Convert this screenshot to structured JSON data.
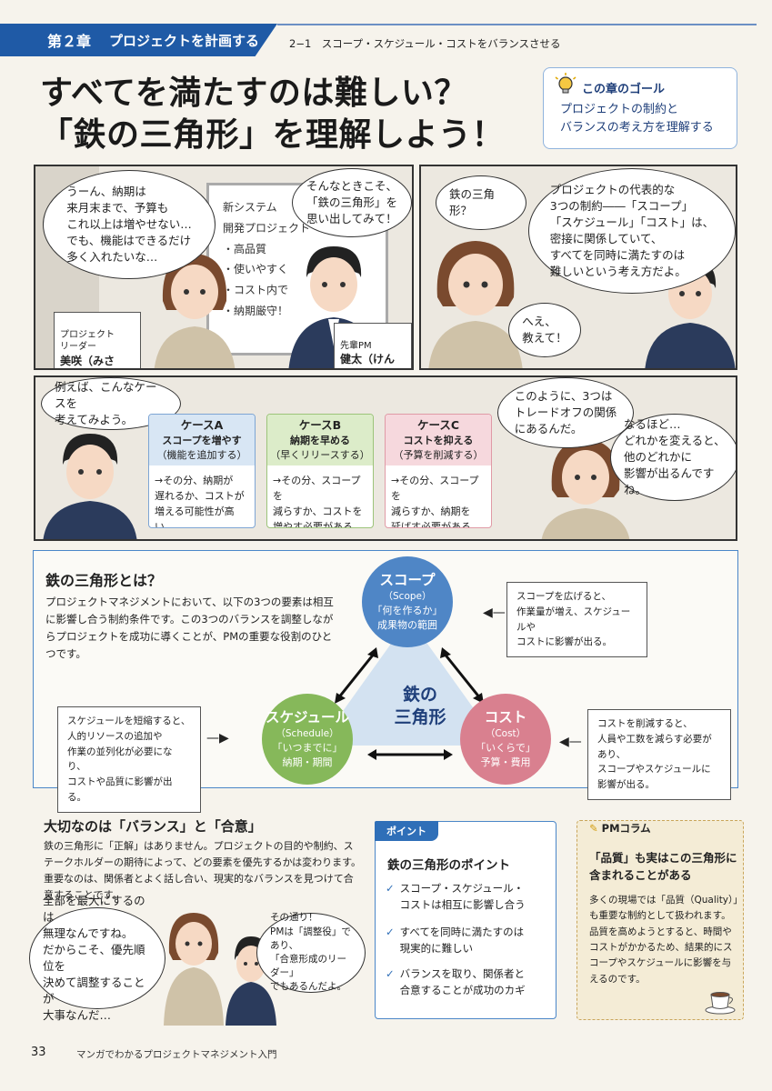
{
  "header": {
    "chapter": "第２章",
    "chapter_title": "プロジェクトを計画する",
    "section": "2−1　スコープ・スケジュール・コストをバランスさせる"
  },
  "title": {
    "line1": "すべてを満たすのは難しい？",
    "line2": "「鉄の三角形」を理解しよう！"
  },
  "goal": {
    "label": "この章のゴール",
    "text": "プロジェクトの制約と\nバランスの考え方を理解する"
  },
  "panel1": {
    "bubble_misaki": "うーん、納期は\n来月末まで、予算も\nこれ以上は増やせない…\nでも、機能はできるだけ\n多く入れたいな…",
    "bubble_kenta": "そんなときこそ、\n「鉄の三角形」を\n思い出してみて！",
    "whiteboard": "新システム\n開発プロジェクト\n・高品質\n・使いやすく\n・コスト内で\n・納期厳守！",
    "name_misaki_role": "プロジェクト\nリーダー",
    "name_misaki": "美咲（みさき）",
    "name_kenta_role": "先輩PM",
    "name_kenta": "健太（けんた）"
  },
  "panel2": {
    "bubble_q": "鉄の三角形？",
    "bubble_explain": "プロジェクトの代表的な\n3つの制約――「スコープ」\n「スケジュール」「コスト」は、\n密接に関係していて、\nすべてを同時に満たすのは\n難しいという考え方だよ。",
    "bubble_hee": "へえ、\n教えて！"
  },
  "panel3": {
    "bubble_case": "例えば、こんなケースを\n考えてみよう。",
    "bubble_tradeoff": "このように、3つは\nトレードオフの関係\nにあるんだ。",
    "bubble_naruhodo": "なるほど…\nどれかを変えると、\n他のどれかに\n影響が出るんですね。",
    "cases": [
      {
        "name": "ケースA",
        "action": "スコープを増やす",
        "detail": "（機能を追加する）",
        "result": "→その分、納期が\n遅れるか、コストが\n増える可能性が高い。"
      },
      {
        "name": "ケースB",
        "action": "納期を早める",
        "detail": "（早くリリースする）",
        "result": "→その分、スコープを\n減らすか、コストを\n増やす必要がある。"
      },
      {
        "name": "ケースC",
        "action": "コストを抑える",
        "detail": "（予算を削減する）",
        "result": "→その分、スコープを\n減らすか、納期を\n延ばす必要がある。"
      }
    ]
  },
  "triangle": {
    "heading": "鉄の三角形とは？",
    "description": "プロジェクトマネジメントにおいて、以下の3つの要素は相互に影響し合う制約条件です。この3つのバランスを調整しながらプロジェクトを成功に導くことが、PMの重要な役割のひとつです。",
    "center": "鉄の\n三角形",
    "scope": {
      "title": "スコープ",
      "en": "（Scope）",
      "q": "「何を作るか」",
      "desc": "成果物の範囲"
    },
    "schedule": {
      "title": "スケジュール",
      "en": "（Schedule）",
      "q": "「いつまでに」",
      "desc": "納期・期間"
    },
    "cost": {
      "title": "コスト",
      "en": "（Cost）",
      "q": "「いくらで」",
      "desc": "予算・費用"
    },
    "note_scope": "スコープを広げると、\n作業量が増え、スケジュールや\nコストに影響が出る。",
    "note_schedule": "スケジュールを短縮すると、\n人的リソースの追加や\n作業の並列化が必要になり、\nコストや品質に影響が出る。",
    "note_cost": "コストを削減すると、\n人員や工数を減らす必要があり、\nスコープやスケジュールに\n影響が出る。"
  },
  "balance": {
    "heading": "大切なのは「バランス」と「合意」",
    "text": "鉄の三角形に「正解」はありません。プロジェクトの目的や制約、ステークホルダーの期待によって、どの要素を優先するかは変わります。重要なのは、関係者とよく話し合い、現実的なバランスを見つけて合意することです。",
    "bubble_misaki": "全部を最大にするのは\n無理なんですね。\nだからこそ、優先順位を\n決めて調整することが\n大事なんだ…",
    "bubble_kenta": "その通り！\nPMは「調整役」であり、\n「合意形成のリーダー」\nでもあるんだよ。"
  },
  "point": {
    "tag": "ポイント",
    "heading": "鉄の三角形のポイント",
    "items": [
      "スコープ・スケジュール・\nコストは相互に影響し合う",
      "すべてを同時に満たすのは\n現実的に難しい",
      "バランスを取り、関係者と\n合意することが成功のカギ"
    ]
  },
  "column": {
    "tag": "PMコラム",
    "heading": "「品質」も実はこの三角形に含まれることがある",
    "text": "多くの現場では「品質（Quality）」も重要な制約として扱われます。品質を高めようとすると、時間やコストがかかるため、結果的にスコープやスケジュールに影響を与えるのです。"
  },
  "footer": {
    "page": "33",
    "book": "マンガでわかるプロジェクトマネジメント入門"
  },
  "colors": {
    "blue": "#1f5aa6",
    "scope": "#4f86c6",
    "schedule": "#86b85a",
    "cost": "#d9808f"
  }
}
